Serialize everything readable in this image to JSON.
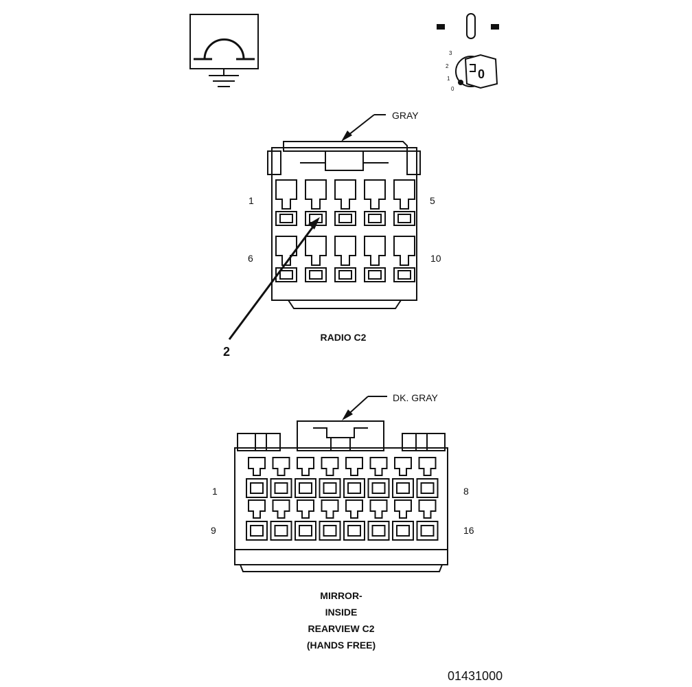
{
  "symbols": {
    "ground_icon": "ground-symbol-icon",
    "ignition_icon": "ignition-key-icon",
    "ignition_positions": [
      "3",
      "2",
      "1",
      "0"
    ],
    "key_label": "0"
  },
  "radio_connector": {
    "color_label": "GRAY",
    "title": "RADIO C2",
    "pin_start_top": "1",
    "pin_end_top": "5",
    "pin_start_bottom": "6",
    "pin_end_bottom": "10",
    "callout": "2"
  },
  "mirror_connector": {
    "color_label": "DK. GRAY",
    "title_lines": [
      "MIRROR-",
      "INSIDE",
      "REARVIEW C2",
      "(HANDS FREE)"
    ],
    "pin_start_top": "1",
    "pin_end_top": "8",
    "pin_start_bottom": "9",
    "pin_end_bottom": "16"
  },
  "figure_id": "01431000"
}
